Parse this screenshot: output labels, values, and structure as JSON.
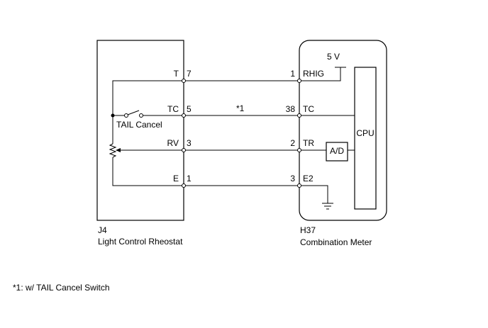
{
  "left_component": {
    "code": "J4",
    "name": "Light Control Rheostat",
    "pins": [
      {
        "terminal": "T",
        "pin": "7"
      },
      {
        "terminal": "TC",
        "pin": "5"
      },
      {
        "terminal": "RV",
        "pin": "3"
      },
      {
        "terminal": "E",
        "pin": "1"
      }
    ],
    "switch_label": "TAIL Cancel"
  },
  "right_component": {
    "code": "H37",
    "name": "Combination Meter",
    "pins": [
      {
        "terminal": "RHIG",
        "pin": "1"
      },
      {
        "terminal": "TC",
        "pin": "38"
      },
      {
        "terminal": "TR",
        "pin": "2"
      },
      {
        "terminal": "E2",
        "pin": "3"
      }
    ],
    "supply_label": "5 V",
    "cpu_label": "CPU",
    "ad_label": "A/D"
  },
  "wire_note_marker": "*1",
  "footnote": "*1: w/ TAIL Cancel Switch"
}
